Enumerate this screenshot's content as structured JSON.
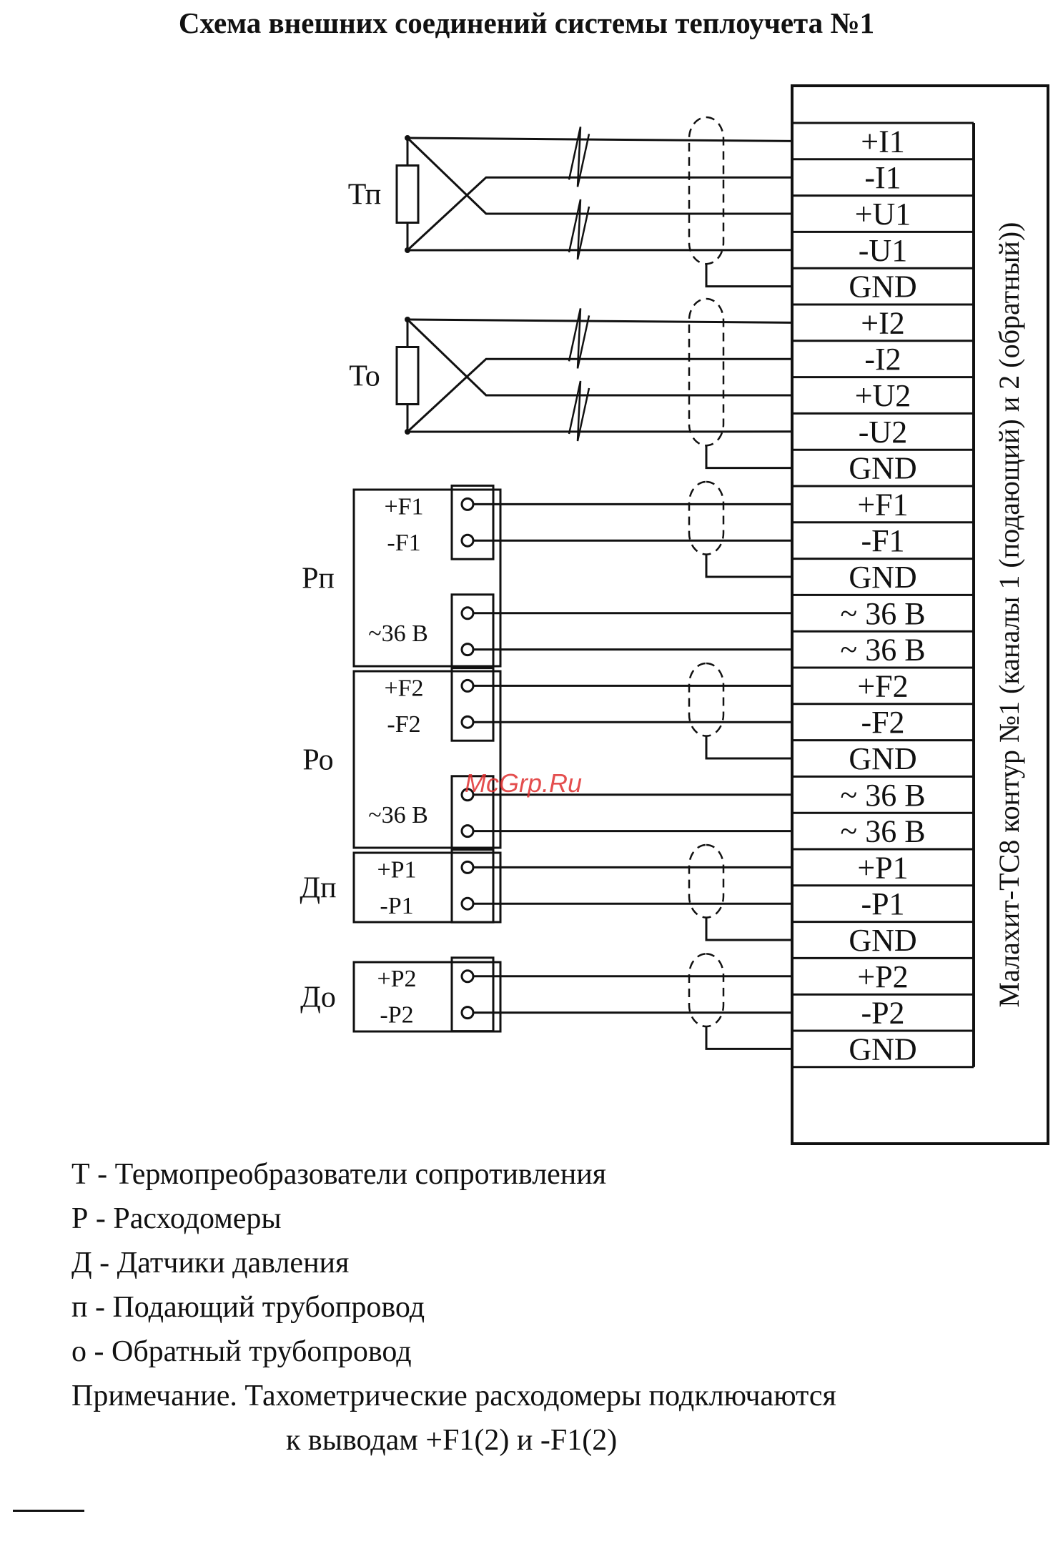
{
  "title": "Схема внешних соединений системы теплоучета №1",
  "device": {
    "label": "Малахит-ТС8 контур №1 (каналы 1 (подающий) и 2 (обратный))",
    "terminals": [
      "+I1",
      "-I1",
      "+U1",
      "-U1",
      "GND",
      "+I2",
      "-I2",
      "+U2",
      "-U2",
      "GND",
      "+F1",
      "-F1",
      "GND",
      "~ 36 В",
      "~ 36 В",
      "+F2",
      "-F2",
      "GND",
      "~ 36 В",
      "~ 36 В",
      "+P1",
      "-P1",
      "GND",
      "+P2",
      "-P2",
      "GND"
    ]
  },
  "sensors": [
    {
      "id": "Tp",
      "label": "Тп"
    },
    {
      "id": "To",
      "label": "То"
    },
    {
      "id": "Rp",
      "label": "Рп",
      "pins": [
        "+F1",
        "-F1"
      ],
      "power": "~36 В"
    },
    {
      "id": "Ro",
      "label": "Ро",
      "pins": [
        "+F2",
        "-F2"
      ],
      "power": "~36 В"
    },
    {
      "id": "Dp",
      "label": "Дп",
      "pins": [
        "+P1",
        "-P1"
      ]
    },
    {
      "id": "Do",
      "label": "До",
      "pins": [
        "+P2",
        "-P2"
      ]
    }
  ],
  "watermark": "McGrp.Ru",
  "legend": [
    "Т - Термопреобразователи сопротивления",
    "Р - Расходомеры",
    "Д - Датчики давления",
    "п - Подающий трубопровод",
    "о - Обратный трубопровод",
    "Примечание. Тахометрические расходомеры подключаются",
    "к выводам +F1(2) и -F1(2)"
  ],
  "colors": {
    "ink": "#111111",
    "watermark": "#e03030"
  }
}
